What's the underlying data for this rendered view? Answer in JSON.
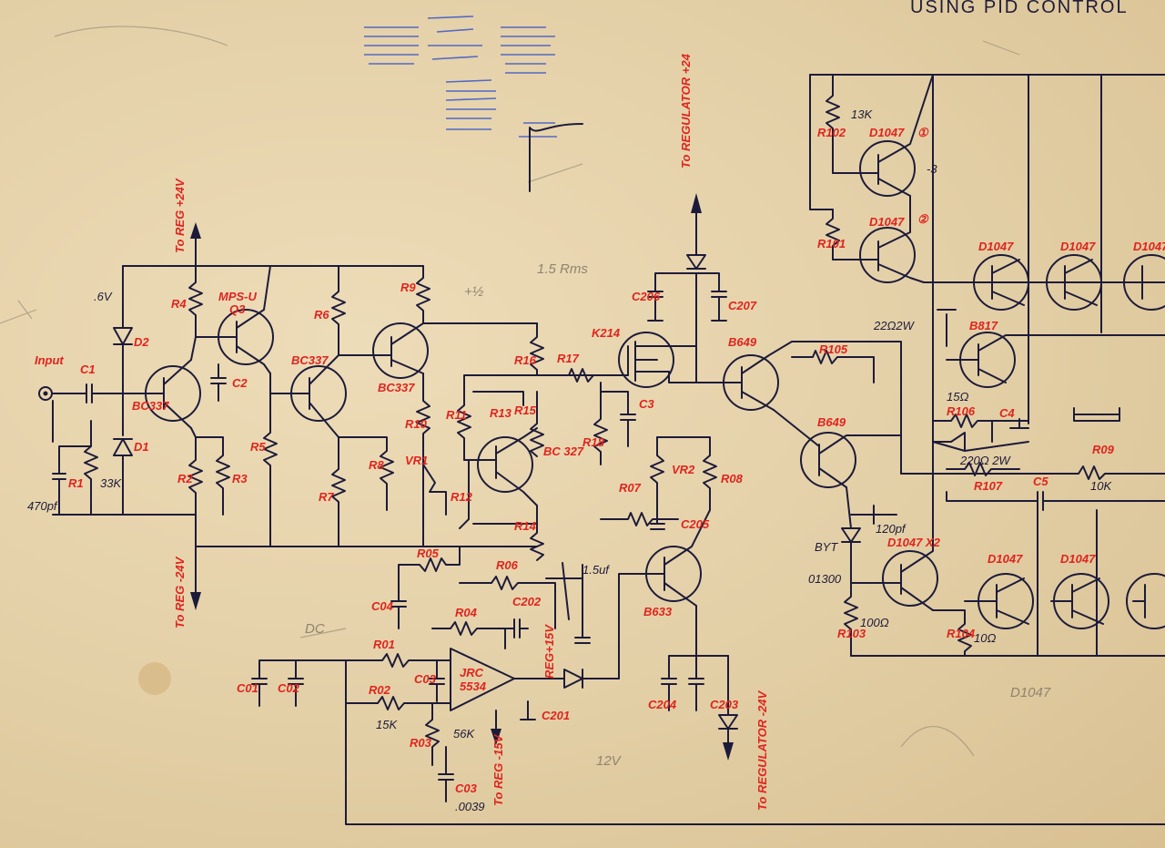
{
  "title": "USING PID CONTROL",
  "labels": {
    "input": "Input",
    "c1": "C1",
    "d2": "D2",
    "d1": "D1",
    "r1": "R1",
    "r1_val": "33K",
    "cap_470": "470pf",
    "to_reg_pos": "To REG +24V",
    "to_reg_neg": "To REG -24V",
    "r4": "R4",
    "r2": "R2",
    "r3": "R3",
    "r5": "R5",
    "r6": "R6",
    "r7": "R7",
    "r8": "R8",
    "r9": "R9",
    "bc337_1": "BC337",
    "bc337_2": "BC337",
    "bc337_3": "BC337",
    "mps": "MPS-U",
    "q3": "Q3",
    "c2": "C2",
    "r10": "R10",
    "r11": "R11",
    "r12": "R12",
    "r13": "R13",
    "r14": "R14",
    "r15": "R15",
    "r16": "R16",
    "vr1": "VR1",
    "bc327": "BC 327",
    "r17": "R17",
    "r18": "R18",
    "k214": "K214",
    "c3": "C3",
    "c206": "C206",
    "c207": "C207",
    "to_regulator_pos": "To REGULATOR +24",
    "vr2": "VR2",
    "r07": "R07",
    "r08": "R08",
    "c205": "C205",
    "b633": "B633",
    "b649_1": "B649",
    "b649_2": "B649",
    "r105": "R105",
    "byt": "BYT",
    "byt_num": "01300",
    "c120": "120pf",
    "d1047_x2": "D1047 X2",
    "r103": "R103",
    "r104": "R104",
    "ohm100": "100Ω",
    "ohm10": "10Ω",
    "r102": "R102",
    "r101": "R101",
    "k13": "13K",
    "d1047_a": "D1047",
    "d1047_b": "D1047",
    "d1047_c": "D1047",
    "d1047_d": "D1047",
    "d1047_e": "D1047",
    "d1047_f": "D1047",
    "d1047_g": "D1047",
    "pin1": "①",
    "pin3": "-3",
    "pin2": "②",
    "b817": "B817",
    "r22w": "22Ω2W",
    "c4": "C4",
    "r106": "R106",
    "r107": "R107",
    "r09": "R09",
    "k10": "10K",
    "c5": "C5",
    "r220": "220Ω 2W",
    "r150": "15Ω",
    "c01": "C01",
    "c02": "C02",
    "c03": "C03",
    "c04": "C04",
    "c0039": ".0039",
    "r01": "R01",
    "r02": "R02",
    "r03": "R03",
    "r04": "R04",
    "r05": "R05",
    "r06": "R06",
    "k15": "15K",
    "k56": "56K",
    "jrc": "JRC",
    "jrc_num": "5534",
    "c201": "C201",
    "c202": "C202",
    "c203": "C203",
    "c204": "C204",
    "reg15": "REG+15V",
    "to_reg_15": "To REG -15V",
    "to_regulator_neg": "To REGULATOR -24V",
    "uf": "1.5uf",
    "v12": "12V",
    "rms": "1.5 Rms",
    "half": "+½",
    "dc": "DC",
    "p6v": ".6V",
    "d1047_pencil": "D1047"
  }
}
